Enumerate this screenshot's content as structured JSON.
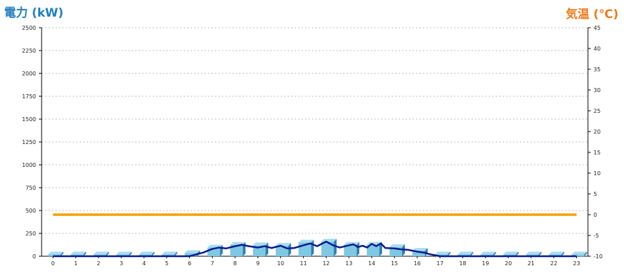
{
  "chart_data": {
    "type": "bar",
    "ylabel_left": "電力 (kW)",
    "ylabel_right": "気温 (℃)",
    "categories": [
      "0",
      "1",
      "2",
      "3",
      "4",
      "5",
      "6",
      "7",
      "8",
      "9",
      "10",
      "11",
      "12",
      "13",
      "14",
      "15",
      "16",
      "17",
      "18",
      "19",
      "20",
      "21",
      "22",
      "23"
    ],
    "left_axis": {
      "ylim": [
        0,
        2500
      ],
      "ticks": [
        0,
        250,
        500,
        750,
        1000,
        1250,
        1500,
        1750,
        2000,
        2250,
        2500
      ]
    },
    "right_axis": {
      "ylim": [
        -10,
        45
      ],
      "ticks": [
        -10,
        -5,
        0,
        5,
        10,
        15,
        20,
        25,
        30,
        35,
        40,
        45
      ]
    },
    "grid": true,
    "series": [
      {
        "kind": "bar",
        "axis": "left",
        "color": "#7ec8e3",
        "values": [
          20,
          20,
          20,
          20,
          20,
          20,
          35,
          95,
          125,
          120,
          115,
          150,
          160,
          125,
          125,
          100,
          60,
          20,
          20,
          20,
          20,
          20,
          20,
          20
        ]
      },
      {
        "kind": "line",
        "axis": "left",
        "color": "#0a1a8c",
        "x": [
          0,
          1,
          2,
          3,
          4,
          5,
          6,
          6.3,
          6.6,
          7,
          7.3,
          7.6,
          8,
          8.3,
          8.6,
          9,
          9.3,
          9.6,
          10,
          10.3,
          10.6,
          11,
          11.3,
          11.6,
          12,
          12.3,
          12.6,
          13,
          13.2,
          13.4,
          13.6,
          13.8,
          14,
          14.2,
          14.4,
          14.6,
          15,
          15.3,
          15.6,
          16,
          16.3,
          16.5,
          17,
          18,
          19,
          20,
          21,
          22,
          23
        ],
        "values": [
          0,
          0,
          0,
          0,
          0,
          0,
          0,
          20,
          40,
          80,
          95,
          85,
          110,
          125,
          110,
          95,
          110,
          90,
          115,
          85,
          90,
          120,
          140,
          110,
          160,
          120,
          95,
          120,
          130,
          100,
          115,
          95,
          135,
          110,
          140,
          90,
          85,
          75,
          70,
          50,
          40,
          25,
          0,
          0,
          0,
          0,
          0,
          0,
          0
        ]
      },
      {
        "kind": "line",
        "axis": "right",
        "color": "#f5a000",
        "values": [
          0,
          0,
          0,
          0,
          0,
          0,
          0,
          0,
          0,
          0,
          0,
          0,
          0,
          0,
          0,
          0,
          0,
          0,
          0,
          0,
          0,
          0,
          0,
          0
        ]
      }
    ]
  }
}
